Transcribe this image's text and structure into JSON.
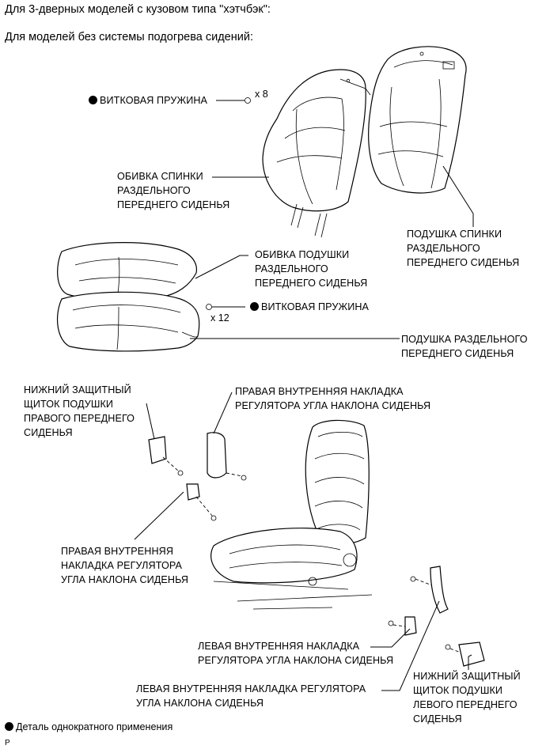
{
  "header": {
    "line1": "Для 3-дверных моделей с кузовом типа \"хэтчбэк\":",
    "line2": "Для моделей без системы подогрева сидений:"
  },
  "labels": {
    "coil_spring_top": "ВИТКОВАЯ ПРУЖИНА",
    "coil_spring_top_qty": "x 8",
    "seatback_cover": [
      "ОБИВКА СПИНКИ",
      "РАЗДЕЛЬНОГО",
      "ПЕРЕДНЕГО СИДЕНЬЯ"
    ],
    "seatback_pad": [
      "ПОДУШКА СПИНКИ",
      "РАЗДЕЛЬНОГО",
      "ПЕРЕДНЕГО СИДЕНЬЯ"
    ],
    "cushion_cover": [
      "ОБИВКА ПОДУШКИ",
      "РАЗДЕЛЬНОГО",
      "ПЕРЕДНЕГО СИДЕНЬЯ"
    ],
    "coil_spring_mid": "ВИТКОВАЯ ПРУЖИНА",
    "coil_spring_mid_qty": "x 12",
    "cushion_pad": [
      "ПОДУШКА РАЗДЕЛЬНОГО",
      "ПЕРЕДНЕГО СИДЕНЬЯ"
    ],
    "lower_shield_right": [
      "НИЖНИЙ ЗАЩИТНЫЙ",
      "ЩИТОК ПОДУШКИ",
      "ПРАВОГО ПЕРЕДНЕГО",
      "СИДЕНЬЯ"
    ],
    "right_inner_cover_top": [
      "ПРАВАЯ ВНУТРЕННЯЯ НАКЛАДКА",
      "РЕГУЛЯТОРА УГЛА НАКЛОНА СИДЕНЬЯ"
    ],
    "right_inner_cover_bottom": [
      "ПРАВАЯ ВНУТРЕННЯЯ",
      "НАКЛАДКА РЕГУЛЯТОРА",
      "УГЛА НАКЛОНА СИДЕНЬЯ"
    ],
    "left_inner_cover_1": [
      "ЛЕВАЯ ВНУТРЕННЯЯ НАКЛАДКА",
      "РЕГУЛЯТОРА УГЛА НАКЛОНА СИДЕНЬЯ"
    ],
    "left_inner_cover_2": [
      "ЛЕВАЯ ВНУТРЕННЯЯ НАКЛАДКА РЕГУЛЯТОРА",
      "УГЛА НАКЛОНА СИДЕНЬЯ"
    ],
    "lower_shield_left": [
      "НИЖНИЙ ЗАЩИТНЫЙ",
      "ЩИТОК ПОДУШКИ",
      "ЛЕВОГО ПЕРЕДНЕГО",
      "СИДЕНЬЯ"
    ]
  },
  "footer": {
    "legend": "Деталь однократного применения",
    "code": "P"
  }
}
